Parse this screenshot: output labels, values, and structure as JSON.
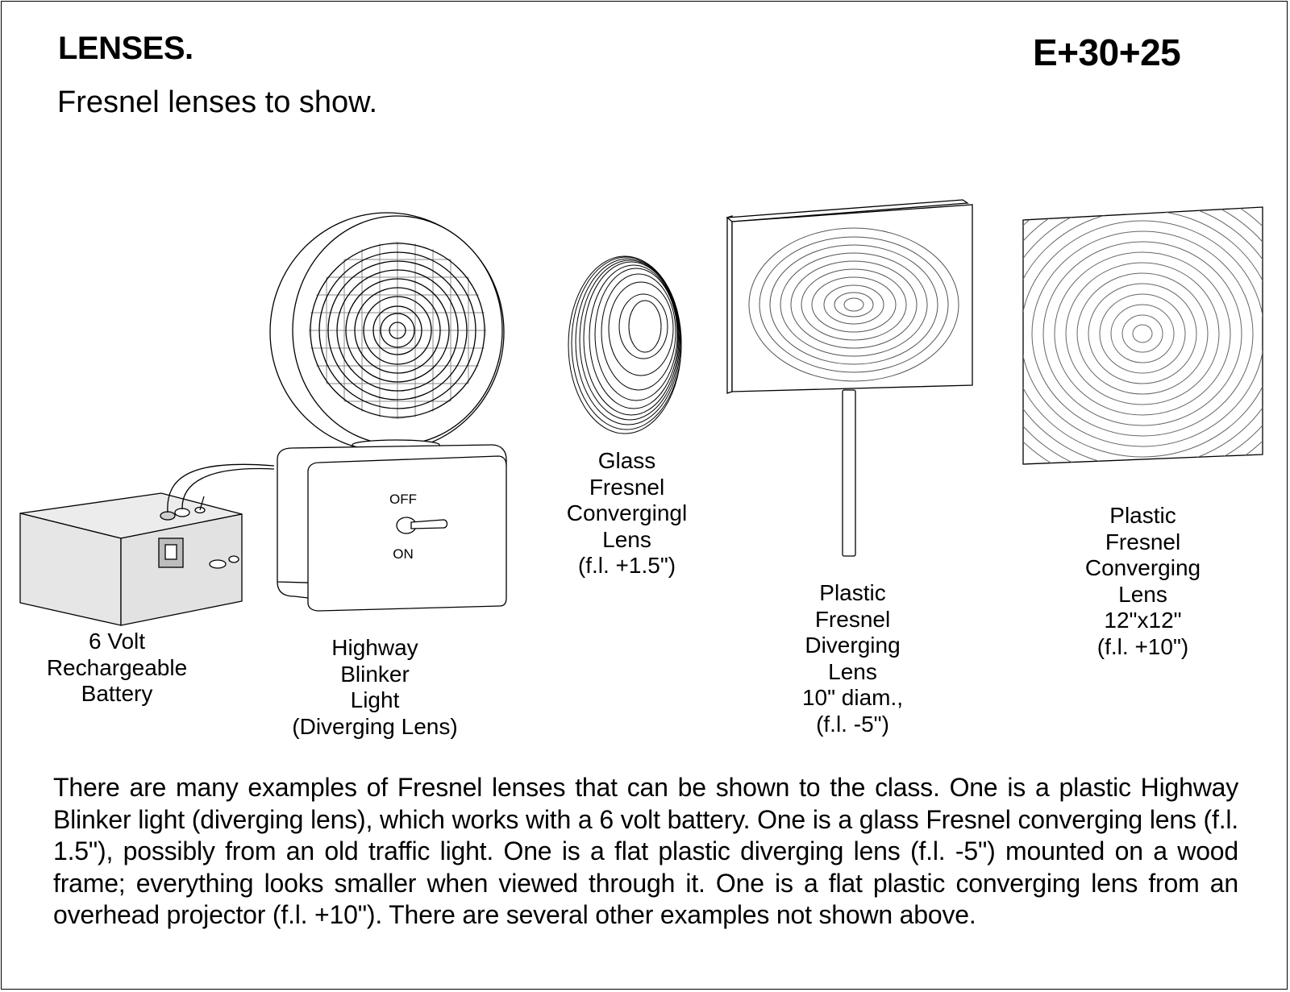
{
  "header": {
    "title": "LENSES.",
    "code": "E+30+25",
    "subtitle": "Fresnel lenses to show."
  },
  "figure": {
    "items": [
      {
        "id": "battery",
        "label": "6 Volt\nRechargeable\nBattery"
      },
      {
        "id": "blinker",
        "label": "Highway\nBlinker\nLight\n(Diverging Lens)",
        "switch": {
          "off_label": "OFF",
          "on_label": "ON"
        }
      },
      {
        "id": "glass_lens",
        "label": "Glass\nFresnel\nConvergingl\nLens\n(f.l. +1.5\")"
      },
      {
        "id": "diverging_lens",
        "label": "Plastic\nFresnel\nDiverging\nLens\n10\" diam.,\n(f.l. -5\")"
      },
      {
        "id": "converging_lens",
        "label": "Plastic\nFresnel\nConverging\nLens\n12\"x12\"\n(f.l. +10\")"
      }
    ]
  },
  "description": "There are many examples of Fresnel lenses that can be shown to the class. One is a plastic Highway Blinker light (diverging lens), which works with a 6 volt battery. One is a glass Fresnel converging lens (f.l. 1.5\"), possibly from an old traffic light. One is a flat plastic diverging lens (f.l. -5\") mounted on a wood frame; everything looks smaller when viewed through it. One is a flat plastic converging lens from an overhead projector (f.l. +10\"). There are several other examples not shown above."
}
